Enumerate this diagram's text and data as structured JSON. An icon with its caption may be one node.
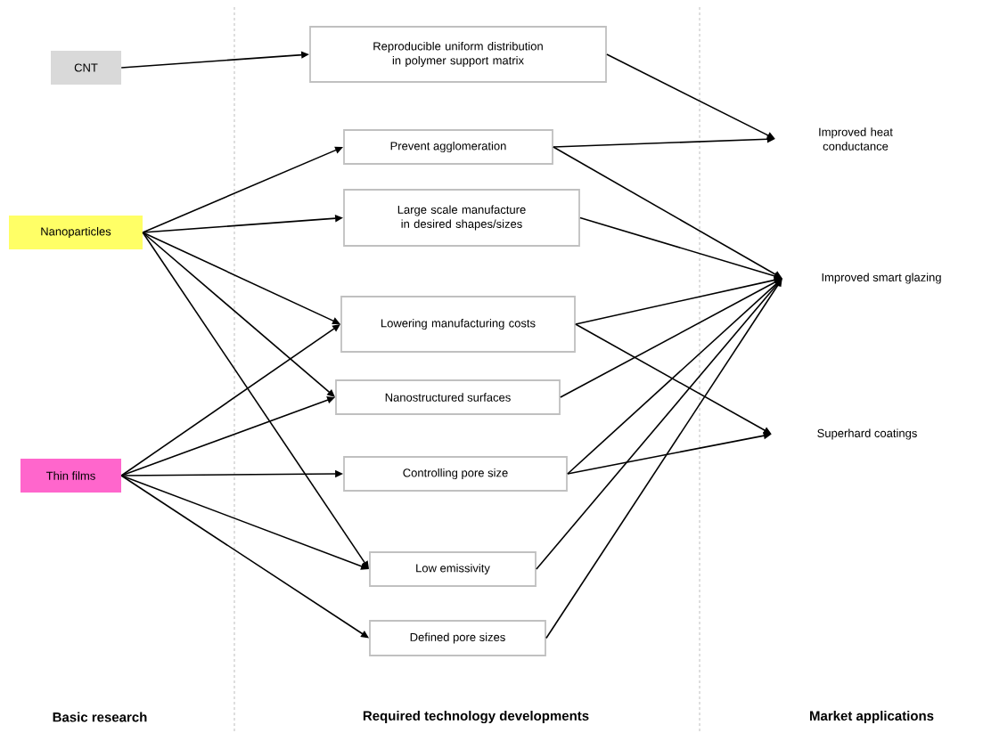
{
  "diagram": {
    "nodes": [
      {
        "text": [
          "CNT"
        ]
      },
      {
        "text": [
          "Nanoparticles"
        ]
      },
      {
        "text": [
          "Thin films"
        ]
      },
      {
        "text": [
          "Reproducible uniform distribution in polymer support matrix"
        ]
      },
      {
        "text": [
          "Prevent agglomeration"
        ]
      },
      {
        "text": [
          "Large scale manufacture in desired shapes/sizes"
        ]
      },
      {
        "text": [
          "Lowering manufacturing costs"
        ]
      },
      {
        "text": [
          "Nanostructured surfaces"
        ]
      },
      {
        "text": [
          "Controlling pore size"
        ]
      },
      {
        "text": [
          "Low emissivity"
        ]
      },
      {
        "text": [
          "Defined pore sizes"
        ]
      },
      {
        "text": [
          "Improved heat conductance"
        ]
      },
      {
        "text": [
          "Improved smart glazing"
        ]
      },
      {
        "text": [
          "Superhard coatings"
        ]
      }
    ],
    "edges": [
      {
        "from": 0,
        "to": 3,
        "arrow": "to"
      },
      {
        "from": 1,
        "to": 4,
        "arrow": "to"
      },
      {
        "from": 1,
        "to": 5,
        "arrow": "to"
      },
      {
        "from": 1,
        "to": 6,
        "arrow": "to"
      },
      {
        "from": 1,
        "to": 7,
        "arrow": "to"
      },
      {
        "from": 1,
        "to": 9,
        "arrow": "to"
      },
      {
        "from": 2,
        "to": 6,
        "arrow": "to"
      },
      {
        "from": 2,
        "to": 7,
        "arrow": "to"
      },
      {
        "from": 2,
        "to": 8,
        "arrow": "to"
      },
      {
        "from": 2,
        "to": 9,
        "arrow": "to"
      },
      {
        "from": 2,
        "to": 10,
        "arrow": "to"
      },
      {
        "from": 3,
        "to": 11,
        "arrow": "to"
      },
      {
        "from": 4,
        "to": 11,
        "arrow": "to"
      },
      {
        "from": 4,
        "to": 12,
        "arrow": "to"
      },
      {
        "from": 5,
        "to": 12,
        "arrow": "to"
      },
      {
        "from": 6,
        "to": 12,
        "arrow": "to"
      },
      {
        "from": 6,
        "to": 13,
        "arrow": "to"
      },
      {
        "from": 7,
        "to": 12,
        "arrow": "to"
      },
      {
        "from": 8,
        "to": 12,
        "arrow": "to"
      },
      {
        "from": 8,
        "to": 13,
        "arrow": "to"
      },
      {
        "from": 9,
        "to": 12,
        "arrow": "to"
      },
      {
        "from": 10,
        "to": 12,
        "arrow": "to"
      }
    ],
    "labels": [
      "Basic research",
      "Required technology developments",
      "Market applications"
    ]
  }
}
